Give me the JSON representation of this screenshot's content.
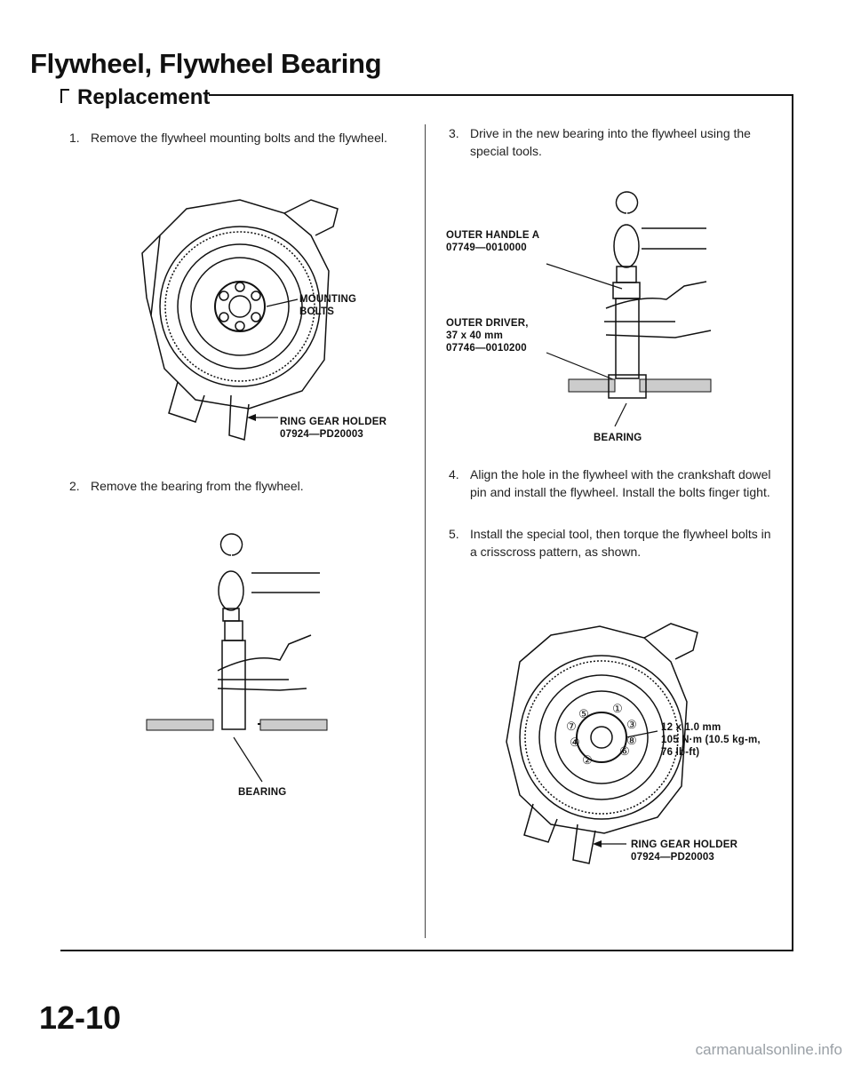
{
  "page": {
    "title": "Flywheel, Flywheel Bearing",
    "section": "Replacement",
    "page_number": "12-10",
    "watermark": "carmanualsonline.info"
  },
  "steps": [
    {
      "num": "1.",
      "text": "Remove the flywheel mounting bolts and the flywheel."
    },
    {
      "num": "2.",
      "text": "Remove the bearing from the flywheel."
    },
    {
      "num": "3.",
      "text": "Drive in the new bearing into the flywheel using the special tools."
    },
    {
      "num": "4.",
      "text": "Align the hole in the flywheel with the crankshaft dowel pin and install the flywheel. Install the bolts finger tight."
    },
    {
      "num": "5.",
      "text": "Install the special tool, then torque the flywheel bolts in a crisscross pattern, as shown."
    }
  ],
  "figures": {
    "fig1": {
      "label_bolts": "MOUNTING\nBOLTS",
      "label_holder": "RING GEAR HOLDER\n07924—PD20003"
    },
    "fig2": {
      "label_bearing": "BEARING"
    },
    "fig3": {
      "label_handle": "OUTER HANDLE A\n07749—0010000",
      "label_driver": "OUTER DRIVER,\n37 x 40 mm\n07746—0010200",
      "label_bearing": "BEARING"
    },
    "fig4": {
      "label_torque": "12 x 1.0 mm\n105 N·m (10.5 kg-m,\n76 lb-ft)",
      "label_holder": "RING GEAR HOLDER\n07924—PD20003",
      "bolt_order": [
        "①",
        "②",
        "③",
        "④",
        "⑤",
        "⑥",
        "⑦",
        "⑧"
      ]
    }
  }
}
